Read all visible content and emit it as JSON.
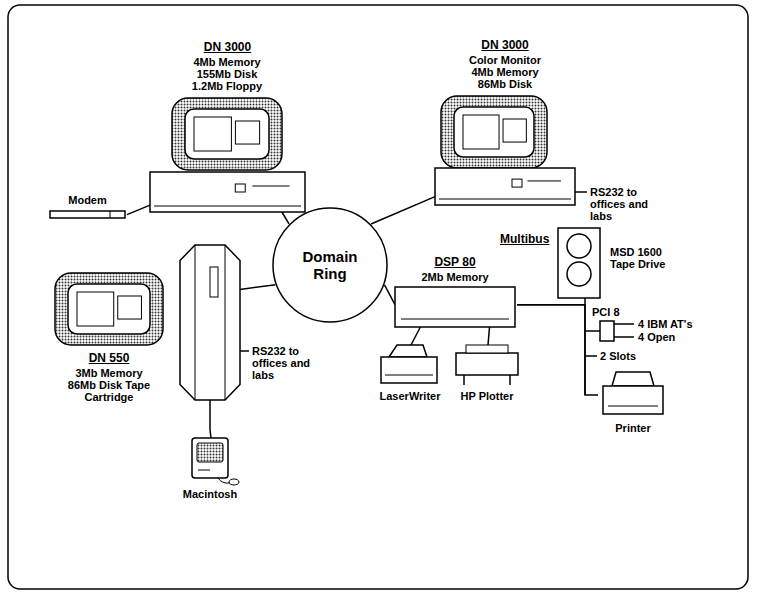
{
  "diagram": {
    "nodes": [
      {
        "text": [
          "DN 3000",
          "4Mb Memory 155Mb Disk 1.2Mb Floppy"
        ]
      },
      {
        "text": [
          "DN 3000",
          "Color Monitor 4Mb Memory 86Mb Disk"
        ]
      },
      {
        "text": [
          "Modem"
        ]
      },
      {
        "text": [
          "Domain Ring"
        ]
      },
      {
        "text": [
          "DN 550",
          "3Mb Memory 86Mb Disk Tape Cartridge"
        ]
      },
      {
        "text": [
          "DSP 80",
          "2Mb Memory"
        ]
      },
      {
        "text": [
          "MSD 1600 Tape Drive"
        ]
      },
      {
        "text": [
          "Macintosh"
        ]
      },
      {
        "text": [
          "LaserWriter"
        ]
      },
      {
        "text": [
          "HP Plotter"
        ]
      },
      {
        "text": [
          "Printer"
        ]
      }
    ],
    "edges": [
      {
        "from": 2,
        "to": 0,
        "arrow": "none"
      },
      {
        "from": 3,
        "to": 0,
        "arrow": "none"
      },
      {
        "from": 3,
        "to": 1,
        "arrow": "none"
      },
      {
        "from": 3,
        "to": 4,
        "arrow": "none"
      },
      {
        "from": 3,
        "to": 5,
        "arrow": "none"
      },
      {
        "from": 4,
        "to": 7,
        "arrow": "none"
      },
      {
        "from": 5,
        "to": 8,
        "arrow": "none"
      },
      {
        "from": 5,
        "to": 9,
        "arrow": "none"
      },
      {
        "from": 5,
        "to": 6,
        "arrow": "none"
      },
      {
        "from": 5,
        "to": 10,
        "arrow": "none"
      }
    ],
    "labels": [
      "RS232 to offices and labs",
      "Multibus",
      "PCI 8",
      "4 IBM AT's",
      "4 Open",
      "RS232 to offices and labs",
      "2 Slots"
    ]
  }
}
